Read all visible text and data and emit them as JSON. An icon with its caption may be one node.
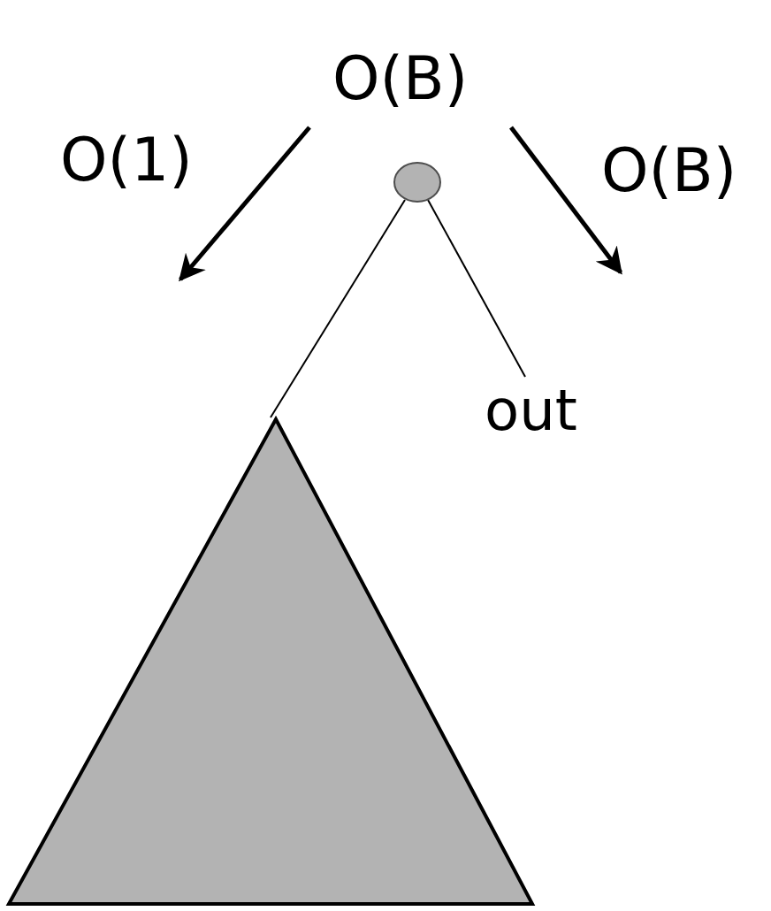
{
  "diagram": {
    "nodes": [
      {
        "text": [],
        "shape": "circle"
      },
      {
        "text": [],
        "shape": "triangle"
      },
      {
        "text": [
          "out"
        ]
      }
    ],
    "edges": [
      {
        "from": 0,
        "to": 1,
        "arrow": "none"
      },
      {
        "from": 0,
        "to": 2,
        "arrow": "none"
      }
    ],
    "labels": [
      "O(B)",
      "O(1)",
      "O(B)"
    ]
  }
}
